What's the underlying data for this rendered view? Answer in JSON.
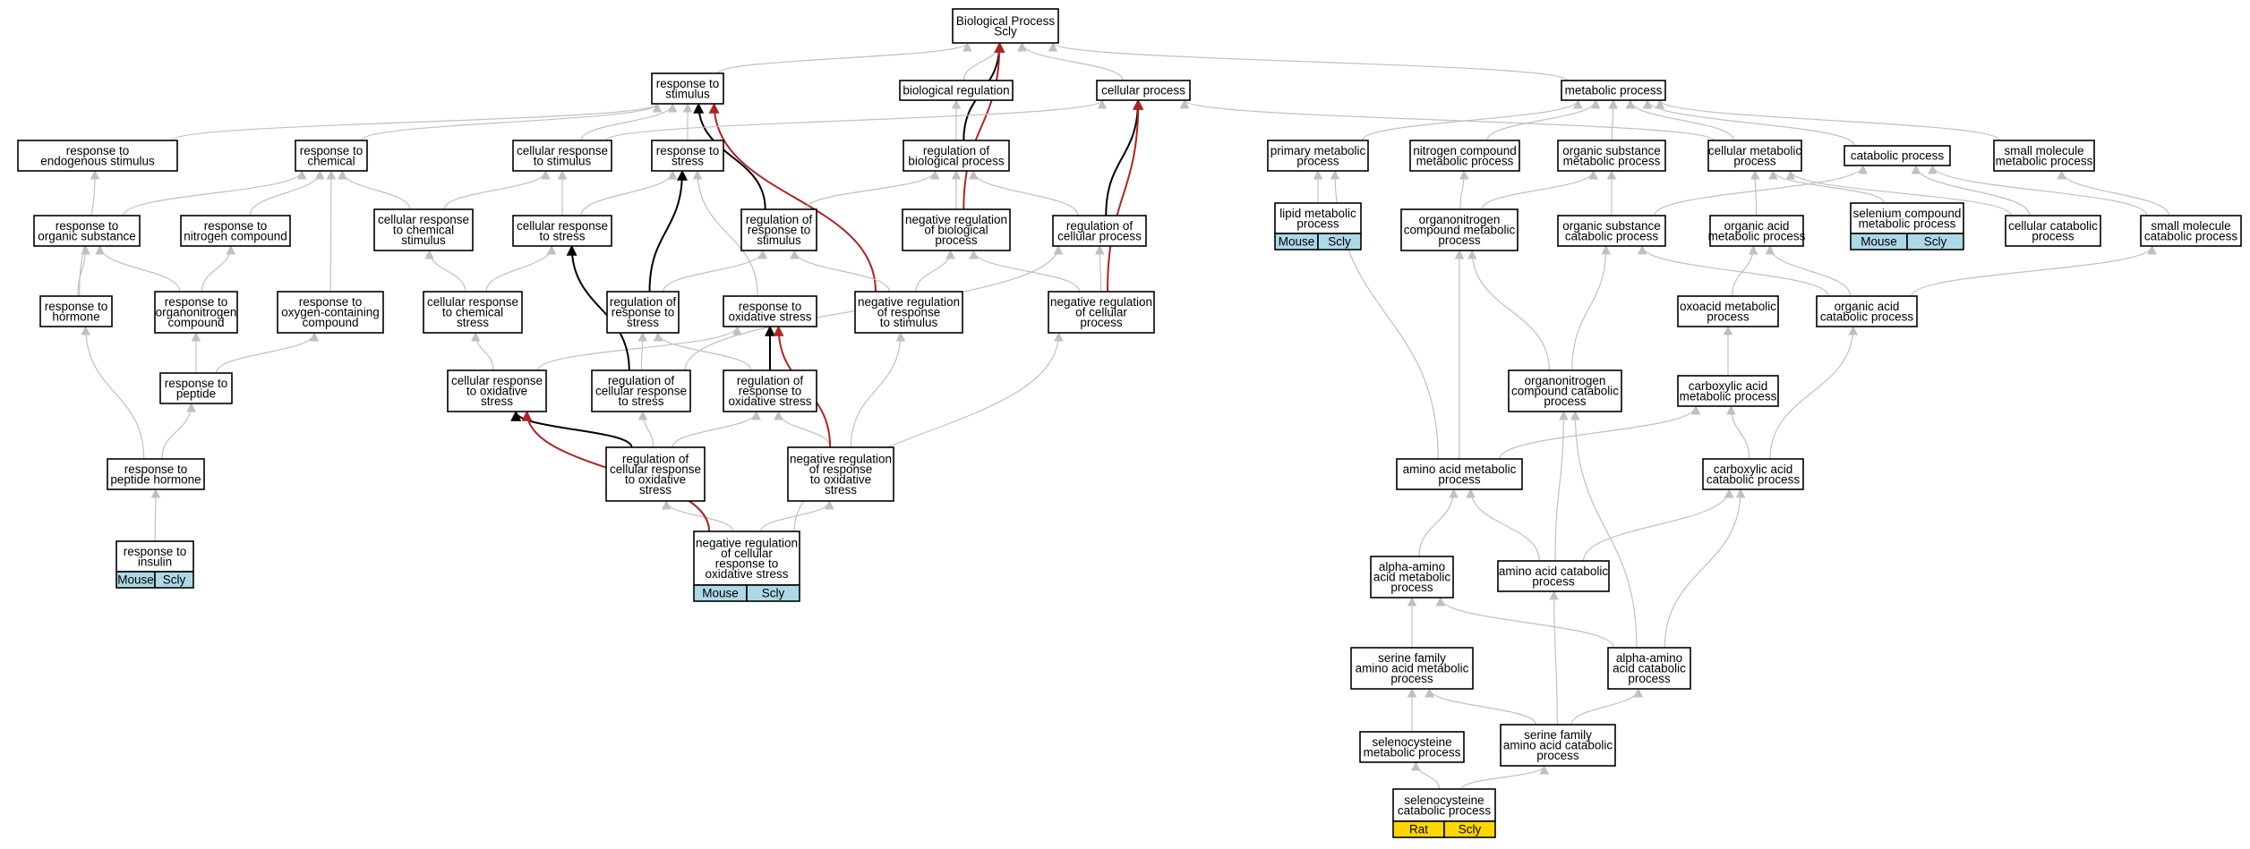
{
  "colors": {
    "mouse_tag": "#add8e6",
    "rat_tag": "#ffd700",
    "edge_gray": "#c0c0c0",
    "edge_black": "#000000",
    "edge_red": "#b22222"
  },
  "nodes": [
    {
      "id": "bp",
      "lines": [
        "Biological Process",
        "Scly"
      ]
    },
    {
      "id": "rts",
      "lines": [
        "response to",
        "stimulus"
      ]
    },
    {
      "id": "breg",
      "lines": [
        "biological regulation"
      ]
    },
    {
      "id": "cp",
      "lines": [
        "cellular process"
      ]
    },
    {
      "id": "mp",
      "lines": [
        "metabolic process"
      ]
    },
    {
      "id": "rtes",
      "lines": [
        "response to",
        "endogenous stimulus"
      ]
    },
    {
      "id": "rtc",
      "lines": [
        "response to",
        "chemical"
      ]
    },
    {
      "id": "crts",
      "lines": [
        "cellular response",
        "to stimulus"
      ]
    },
    {
      "id": "rtst",
      "lines": [
        "response to",
        "stress"
      ]
    },
    {
      "id": "rbp",
      "lines": [
        "regulation of",
        "biological process"
      ]
    },
    {
      "id": "pmp",
      "lines": [
        "primary metabolic",
        "process"
      ]
    },
    {
      "id": "ncmp",
      "lines": [
        "nitrogen compound",
        "metabolic process"
      ]
    },
    {
      "id": "osmp",
      "lines": [
        "organic substance",
        "metabolic process"
      ]
    },
    {
      "id": "cmp",
      "lines": [
        "cellular metabolic",
        "process"
      ]
    },
    {
      "id": "catp",
      "lines": [
        "catabolic process"
      ]
    },
    {
      "id": "smmp",
      "lines": [
        "small molecule",
        "metabolic process"
      ]
    },
    {
      "id": "rtos",
      "lines": [
        "response to",
        "organic substance"
      ]
    },
    {
      "id": "rtnc",
      "lines": [
        "response to",
        "nitrogen compound"
      ]
    },
    {
      "id": "crtcs",
      "lines": [
        "cellular response",
        "to chemical",
        "stimulus"
      ]
    },
    {
      "id": "crtst",
      "lines": [
        "cellular response",
        "to stress"
      ]
    },
    {
      "id": "rrts",
      "lines": [
        "regulation of",
        "response to",
        "stimulus"
      ]
    },
    {
      "id": "nrbp",
      "lines": [
        "negative regulation",
        "of biological",
        "process"
      ]
    },
    {
      "id": "rcp",
      "lines": [
        "regulation of",
        "cellular process"
      ]
    },
    {
      "id": "lmp",
      "lines": [
        "lipid metabolic",
        "process"
      ],
      "tags": [
        "Mouse",
        "Scly"
      ],
      "tag_color": "mouse_tag"
    },
    {
      "id": "oncmp",
      "lines": [
        "organonitrogen",
        "compound metabolic",
        "process"
      ]
    },
    {
      "id": "oscp",
      "lines": [
        "organic substance",
        "catabolic process"
      ]
    },
    {
      "id": "oamp",
      "lines": [
        "organic acid",
        "metabolic process"
      ]
    },
    {
      "id": "scmp",
      "lines": [
        "selenium compound",
        "metabolic process"
      ],
      "tags": [
        "Mouse",
        "Scly"
      ],
      "tag_color": "mouse_tag"
    },
    {
      "id": "ccp",
      "lines": [
        "cellular catabolic",
        "process"
      ]
    },
    {
      "id": "smcp",
      "lines": [
        "small molecule",
        "catabolic process"
      ]
    },
    {
      "id": "rth",
      "lines": [
        "response to",
        "hormone"
      ]
    },
    {
      "id": "rtonc",
      "lines": [
        "response to",
        "organonitrogen",
        "compound"
      ]
    },
    {
      "id": "rtocc",
      "lines": [
        "response to",
        "oxygen-containing",
        "compound"
      ]
    },
    {
      "id": "crtc",
      "lines": [
        "cellular response",
        "to chemical",
        "stress"
      ]
    },
    {
      "id": "rrtst",
      "lines": [
        "regulation of",
        "response to",
        "stress"
      ]
    },
    {
      "id": "rtox",
      "lines": [
        "response to",
        "oxidative stress"
      ]
    },
    {
      "id": "nrrts",
      "lines": [
        "negative regulation",
        "of response",
        "to stimulus"
      ]
    },
    {
      "id": "nrcp",
      "lines": [
        "negative regulation",
        "of cellular",
        "process"
      ]
    },
    {
      "id": "oxmp",
      "lines": [
        "oxoacid metabolic",
        "process"
      ]
    },
    {
      "id": "oacp",
      "lines": [
        "organic acid",
        "catabolic process"
      ]
    },
    {
      "id": "rtp",
      "lines": [
        "response to",
        "peptide"
      ]
    },
    {
      "id": "crtox",
      "lines": [
        "cellular response",
        "to oxidative",
        "stress"
      ]
    },
    {
      "id": "rcrst",
      "lines": [
        "regulation of",
        "cellular response",
        "to stress"
      ]
    },
    {
      "id": "rrtox",
      "lines": [
        "regulation of",
        "response to",
        "oxidative stress"
      ]
    },
    {
      "id": "onccp",
      "lines": [
        "organonitrogen",
        "compound catabolic",
        "process"
      ]
    },
    {
      "id": "camp",
      "lines": [
        "carboxylic acid",
        "metabolic process"
      ]
    },
    {
      "id": "rtph",
      "lines": [
        "response to",
        "peptide hormone"
      ]
    },
    {
      "id": "rcrtox",
      "lines": [
        "regulation of",
        "cellular response",
        "to oxidative",
        "stress"
      ]
    },
    {
      "id": "nrrtox",
      "lines": [
        "negative regulation",
        "of response",
        "to oxidative",
        "stress"
      ]
    },
    {
      "id": "aamp",
      "lines": [
        "amino acid metabolic",
        "process"
      ]
    },
    {
      "id": "cacp",
      "lines": [
        "carboxylic acid",
        "catabolic process"
      ]
    },
    {
      "id": "rti",
      "lines": [
        "response to",
        "insulin"
      ],
      "tags": [
        "Mouse",
        "Scly"
      ],
      "tag_color": "mouse_tag"
    },
    {
      "id": "nrcrtox",
      "lines": [
        "negative regulation",
        "of cellular",
        "response to",
        "oxidative stress"
      ],
      "tags": [
        "Mouse",
        "Scly"
      ],
      "tag_color": "mouse_tag"
    },
    {
      "id": "aaamp",
      "lines": [
        "alpha-amino",
        "acid metabolic",
        "process"
      ]
    },
    {
      "id": "aacp",
      "lines": [
        "amino acid catabolic",
        "process"
      ]
    },
    {
      "id": "sfaamp",
      "lines": [
        "serine family",
        "amino acid metabolic",
        "process"
      ]
    },
    {
      "id": "aaacp",
      "lines": [
        "alpha-amino",
        "acid catabolic",
        "process"
      ]
    },
    {
      "id": "secmp",
      "lines": [
        "selenocysteine",
        "metabolic process"
      ]
    },
    {
      "id": "sfaacp",
      "lines": [
        "serine family",
        "amino acid catabolic",
        "process"
      ]
    },
    {
      "id": "seccp",
      "lines": [
        "selenocysteine",
        "catabolic process"
      ],
      "tags": [
        "Rat",
        "Scly"
      ],
      "tag_color": "rat_tag"
    }
  ],
  "edges": [
    {
      "from": "rts",
      "to": "bp",
      "style": "gray"
    },
    {
      "from": "breg",
      "to": "bp",
      "style": "gray"
    },
    {
      "from": "cp",
      "to": "bp",
      "style": "gray"
    },
    {
      "from": "mp",
      "to": "bp",
      "style": "gray"
    },
    {
      "from": "rbp",
      "to": "bp",
      "style": "black"
    },
    {
      "from": "nrbp",
      "to": "bp",
      "style": "red"
    },
    {
      "from": "rtes",
      "to": "rts",
      "style": "gray"
    },
    {
      "from": "rtc",
      "to": "rts",
      "style": "gray"
    },
    {
      "from": "crts",
      "to": "rts",
      "style": "gray"
    },
    {
      "from": "rtst",
      "to": "rts",
      "style": "gray"
    },
    {
      "from": "rrts",
      "to": "rts",
      "style": "black"
    },
    {
      "from": "nrrts",
      "to": "rts",
      "style": "red"
    },
    {
      "from": "rbp",
      "to": "breg",
      "style": "gray"
    },
    {
      "from": "crts",
      "to": "cp",
      "style": "gray"
    },
    {
      "from": "rcp",
      "to": "cp",
      "style": "black"
    },
    {
      "from": "nrcp",
      "to": "cp",
      "style": "red"
    },
    {
      "from": "cmp",
      "to": "cp",
      "style": "gray"
    },
    {
      "from": "pmp",
      "to": "mp",
      "style": "gray"
    },
    {
      "from": "ncmp",
      "to": "mp",
      "style": "gray"
    },
    {
      "from": "osmp",
      "to": "mp",
      "style": "gray"
    },
    {
      "from": "cmp",
      "to": "mp",
      "style": "gray"
    },
    {
      "from": "catp",
      "to": "mp",
      "style": "gray"
    },
    {
      "from": "smmp",
      "to": "mp",
      "style": "gray"
    },
    {
      "from": "rtos",
      "to": "rtc",
      "style": "gray"
    },
    {
      "from": "rtnc",
      "to": "rtc",
      "style": "gray"
    },
    {
      "from": "crtcs",
      "to": "rtc",
      "style": "gray"
    },
    {
      "from": "crtcs",
      "to": "crts",
      "style": "gray"
    },
    {
      "from": "crtst",
      "to": "crts",
      "style": "gray"
    },
    {
      "from": "crtst",
      "to": "rtst",
      "style": "gray"
    },
    {
      "from": "rrtst",
      "to": "rtst",
      "style": "black"
    },
    {
      "from": "rtox",
      "to": "rtst",
      "style": "gray"
    },
    {
      "from": "rrts",
      "to": "rbp",
      "style": "gray"
    },
    {
      "from": "nrbp",
      "to": "rbp",
      "style": "gray"
    },
    {
      "from": "rcp",
      "to": "rbp",
      "style": "gray"
    },
    {
      "from": "lmp",
      "to": "pmp",
      "style": "gray"
    },
    {
      "from": "oncmp",
      "to": "ncmp",
      "style": "gray"
    },
    {
      "from": "oncmp",
      "to": "osmp",
      "style": "gray"
    },
    {
      "from": "oscp",
      "to": "osmp",
      "style": "gray"
    },
    {
      "from": "oamp",
      "to": "cmp",
      "style": "gray"
    },
    {
      "from": "ccp",
      "to": "cmp",
      "style": "gray"
    },
    {
      "from": "scmp",
      "to": "cmp",
      "style": "gray"
    },
    {
      "from": "oscp",
      "to": "catp",
      "style": "gray"
    },
    {
      "from": "ccp",
      "to": "catp",
      "style": "gray"
    },
    {
      "from": "smcp",
      "to": "catp",
      "style": "gray"
    },
    {
      "from": "smcp",
      "to": "smmp",
      "style": "gray"
    },
    {
      "from": "rth",
      "to": "rtes",
      "style": "gray"
    },
    {
      "from": "rth",
      "to": "rtos",
      "style": "gray"
    },
    {
      "from": "rtonc",
      "to": "rtos",
      "style": "gray"
    },
    {
      "from": "rtonc",
      "to": "rtnc",
      "style": "gray"
    },
    {
      "from": "rtocc",
      "to": "rtc",
      "style": "gray"
    },
    {
      "from": "crtc",
      "to": "crtcs",
      "style": "gray"
    },
    {
      "from": "crtc",
      "to": "crtst",
      "style": "gray"
    },
    {
      "from": "rrtst",
      "to": "rrts",
      "style": "gray"
    },
    {
      "from": "nrrts",
      "to": "rrts",
      "style": "gray"
    },
    {
      "from": "nrrts",
      "to": "nrbp",
      "style": "gray"
    },
    {
      "from": "nrcp",
      "to": "nrbp",
      "style": "gray"
    },
    {
      "from": "nrcp",
      "to": "rcp",
      "style": "gray"
    },
    {
      "from": "oxmp",
      "to": "oamp",
      "style": "gray"
    },
    {
      "from": "oacp",
      "to": "oamp",
      "style": "gray"
    },
    {
      "from": "oacp",
      "to": "oscp",
      "style": "gray"
    },
    {
      "from": "oacp",
      "to": "smcp",
      "style": "gray"
    },
    {
      "from": "rtp",
      "to": "rtonc",
      "style": "gray"
    },
    {
      "from": "rtp",
      "to": "rtocc",
      "style": "gray"
    },
    {
      "from": "crtox",
      "to": "crtc",
      "style": "gray"
    },
    {
      "from": "crtox",
      "to": "rtox",
      "style": "gray"
    },
    {
      "from": "rcrst",
      "to": "crtst",
      "style": "black"
    },
    {
      "from": "rcrst",
      "to": "rrtst",
      "style": "gray"
    },
    {
      "from": "rcrst",
      "to": "rcp",
      "style": "gray"
    },
    {
      "from": "rrtox",
      "to": "rtox",
      "style": "black"
    },
    {
      "from": "rrtox",
      "to": "rrtst",
      "style": "gray"
    },
    {
      "from": "onccp",
      "to": "oncmp",
      "style": "gray"
    },
    {
      "from": "onccp",
      "to": "oscp",
      "style": "gray"
    },
    {
      "from": "camp",
      "to": "oxmp",
      "style": "gray"
    },
    {
      "from": "rtph",
      "to": "rth",
      "style": "gray"
    },
    {
      "from": "rtph",
      "to": "rtp",
      "style": "gray"
    },
    {
      "from": "rcrtox",
      "to": "crtox",
      "style": "black"
    },
    {
      "from": "rcrtox",
      "to": "rcrst",
      "style": "gray"
    },
    {
      "from": "rcrtox",
      "to": "rrtox",
      "style": "gray"
    },
    {
      "from": "nrrtox",
      "to": "rrtox",
      "style": "gray"
    },
    {
      "from": "nrrtox",
      "to": "rtox",
      "style": "red"
    },
    {
      "from": "nrrtox",
      "to": "nrrts",
      "style": "gray"
    },
    {
      "from": "aamp",
      "to": "oncmp",
      "style": "gray"
    },
    {
      "from": "aamp",
      "to": "camp",
      "style": "gray"
    },
    {
      "from": "aamp",
      "to": "pmp",
      "style": "gray"
    },
    {
      "from": "cacp",
      "to": "camp",
      "style": "gray"
    },
    {
      "from": "cacp",
      "to": "oacp",
      "style": "gray"
    },
    {
      "from": "rti",
      "to": "rtph",
      "style": "gray"
    },
    {
      "from": "nrcrtox",
      "to": "rcrtox",
      "style": "gray"
    },
    {
      "from": "nrcrtox",
      "to": "crtox",
      "style": "red"
    },
    {
      "from": "nrcrtox",
      "to": "nrrtox",
      "style": "gray"
    },
    {
      "from": "nrcrtox",
      "to": "nrcp",
      "style": "gray"
    },
    {
      "from": "aaamp",
      "to": "aamp",
      "style": "gray"
    },
    {
      "from": "aacp",
      "to": "aamp",
      "style": "gray"
    },
    {
      "from": "aacp",
      "to": "cacp",
      "style": "gray"
    },
    {
      "from": "aacp",
      "to": "onccp",
      "style": "gray"
    },
    {
      "from": "sfaamp",
      "to": "aaamp",
      "style": "gray"
    },
    {
      "from": "aaacp",
      "to": "aaamp",
      "style": "gray"
    },
    {
      "from": "aaacp",
      "to": "cacp",
      "style": "gray"
    },
    {
      "from": "aaacp",
      "to": "onccp",
      "style": "gray"
    },
    {
      "from": "secmp",
      "to": "sfaamp",
      "style": "gray"
    },
    {
      "from": "sfaacp",
      "to": "sfaamp",
      "style": "gray"
    },
    {
      "from": "sfaacp",
      "to": "aaacp",
      "style": "gray"
    },
    {
      "from": "sfaacp",
      "to": "aacp",
      "style": "gray"
    },
    {
      "from": "seccp",
      "to": "secmp",
      "style": "gray"
    },
    {
      "from": "seccp",
      "to": "sfaacp",
      "style": "gray"
    }
  ]
}
